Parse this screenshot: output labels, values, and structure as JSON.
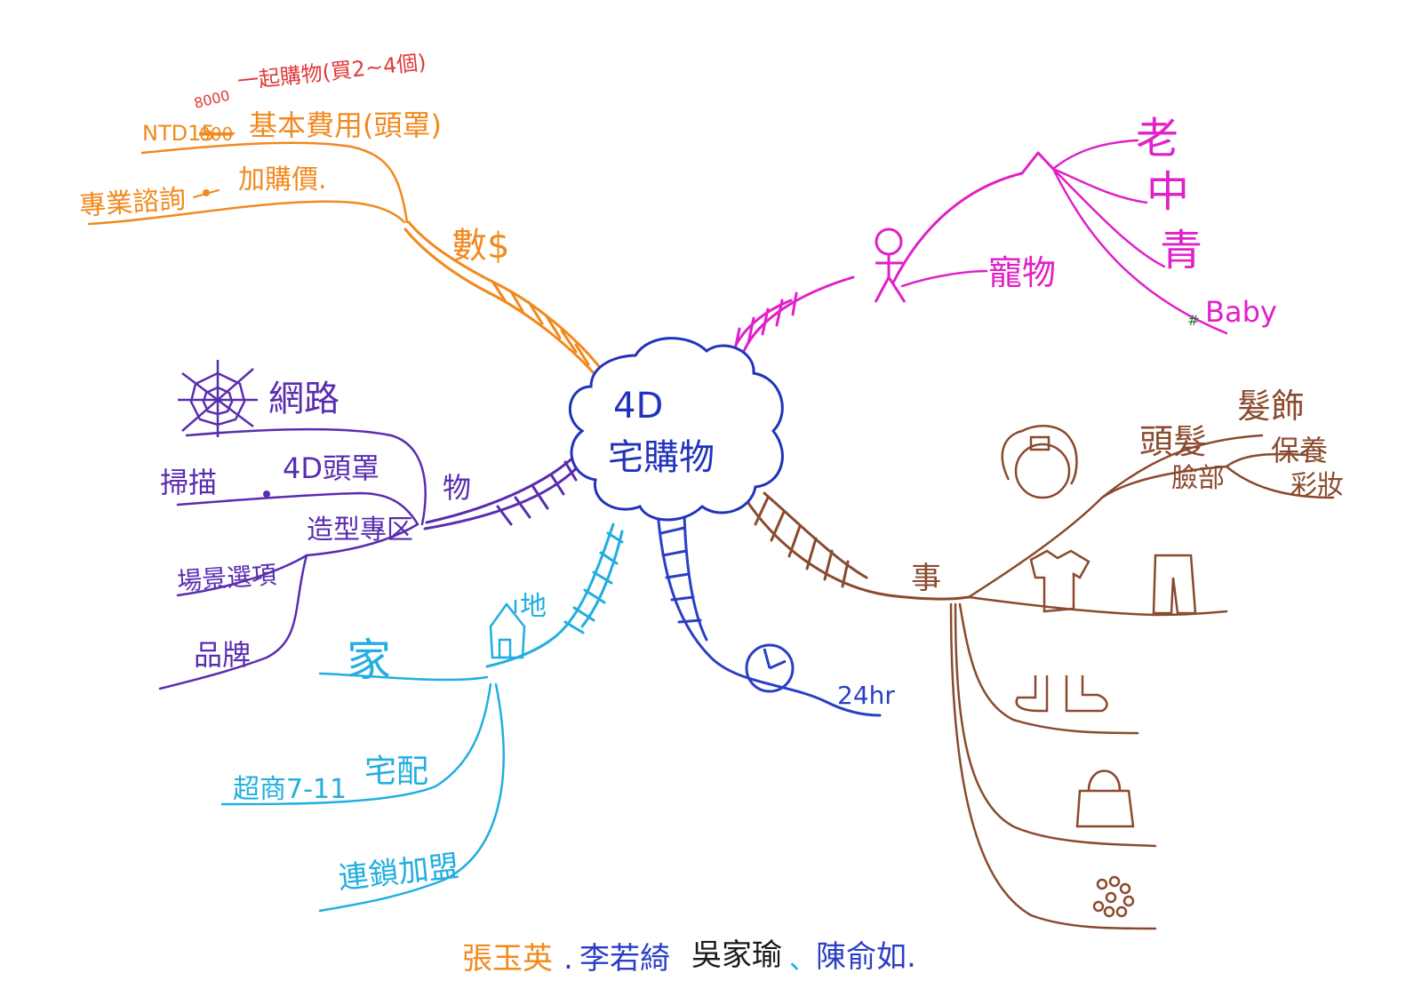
{
  "colors": {
    "center": "#2233bb",
    "orange": "#f08a1e",
    "red": "#e23a3a",
    "magenta": "#e020c8",
    "purple": "#5a2db0",
    "cyan": "#22aee0",
    "blue": "#2a3fc4",
    "brown": "#8a4a2e"
  },
  "center": {
    "line1": "4D",
    "line2": "宅購物"
  },
  "money": {
    "label": "數$",
    "basic_fee": "基本費用(頭罩)",
    "price_prefix": "NTD15",
    "price_old": "000",
    "price_new": "8000",
    "group_buy": "一起購物(買2~4個)",
    "add_on": "加購價.",
    "consult": "專業諮詢"
  },
  "people": {
    "pets": "寵物",
    "age_old": "老",
    "age_mid": "中",
    "age_young": "青",
    "baby": "Baby",
    "baby_mark": "#"
  },
  "things": {
    "label": "物",
    "network": "網路",
    "head_4d": "4D頭罩",
    "scan": "掃描",
    "styling": "造型專区",
    "scene": "場景選項",
    "brand": "品牌"
  },
  "place": {
    "label": "地",
    "home": "家",
    "delivery": "宅配",
    "cvs": "超商7-11",
    "franchise": "連鎖加盟"
  },
  "time": {
    "label": "24hr"
  },
  "matters": {
    "label": "事",
    "hair": "頭髮",
    "accessories": "髮飾",
    "face": "臉部",
    "care": "保養",
    "makeup": "彩妝"
  },
  "authors": {
    "a1": "張玉英",
    "sep1": ".",
    "a2": "李若綺",
    "a3": "吳家瑜",
    "sep2": "、",
    "a4": "陳俞如."
  }
}
